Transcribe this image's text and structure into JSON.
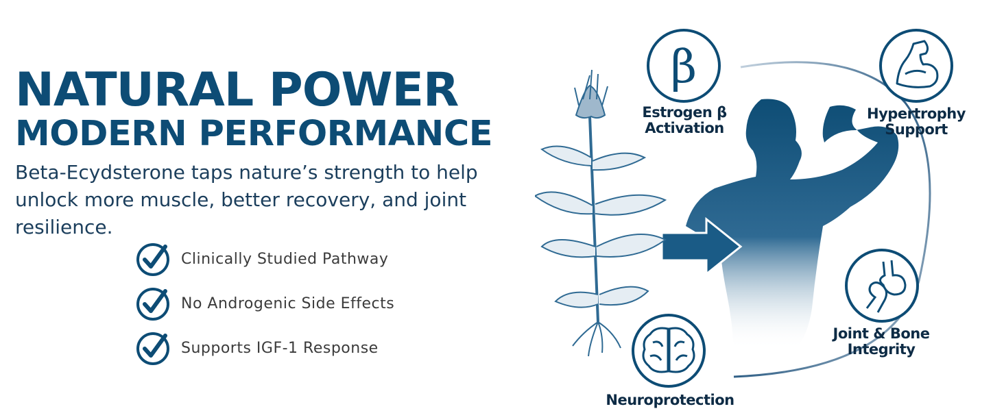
{
  "headline": {
    "line1": "NATURAL POWER",
    "line2": "MODERN PERFORMANCE"
  },
  "description": "Beta-Ecydsterone taps nature’s strength to help unlock more muscle, better recovery, and joint resilience.",
  "benefits": [
    {
      "label": "Clinically Studied Pathway",
      "icon": "checkmark-circle-icon"
    },
    {
      "label": "No Androgenic Side Effects",
      "icon": "checkmark-circle-icon"
    },
    {
      "label": "Supports IGF-1 Response",
      "icon": "checkmark-circle-icon"
    }
  ],
  "badges": {
    "estrogen": {
      "line1": "Estrogen β",
      "line2": "Activation",
      "icon": "beta-symbol-icon"
    },
    "hypertrophy": {
      "line1": "Hypertrophy",
      "line2": "Support",
      "icon": "flexed-arm-icon"
    },
    "joint": {
      "line1": "Joint & Bone",
      "line2": "Integrity",
      "icon": "bone-joint-icon"
    },
    "neuro": {
      "line1": "Neuroprotection",
      "icon": "brain-icon"
    }
  },
  "colors": {
    "brand_blue": "#0d4c75",
    "dark_text": "#0d2b45",
    "body_text": "#3b3b3b"
  }
}
